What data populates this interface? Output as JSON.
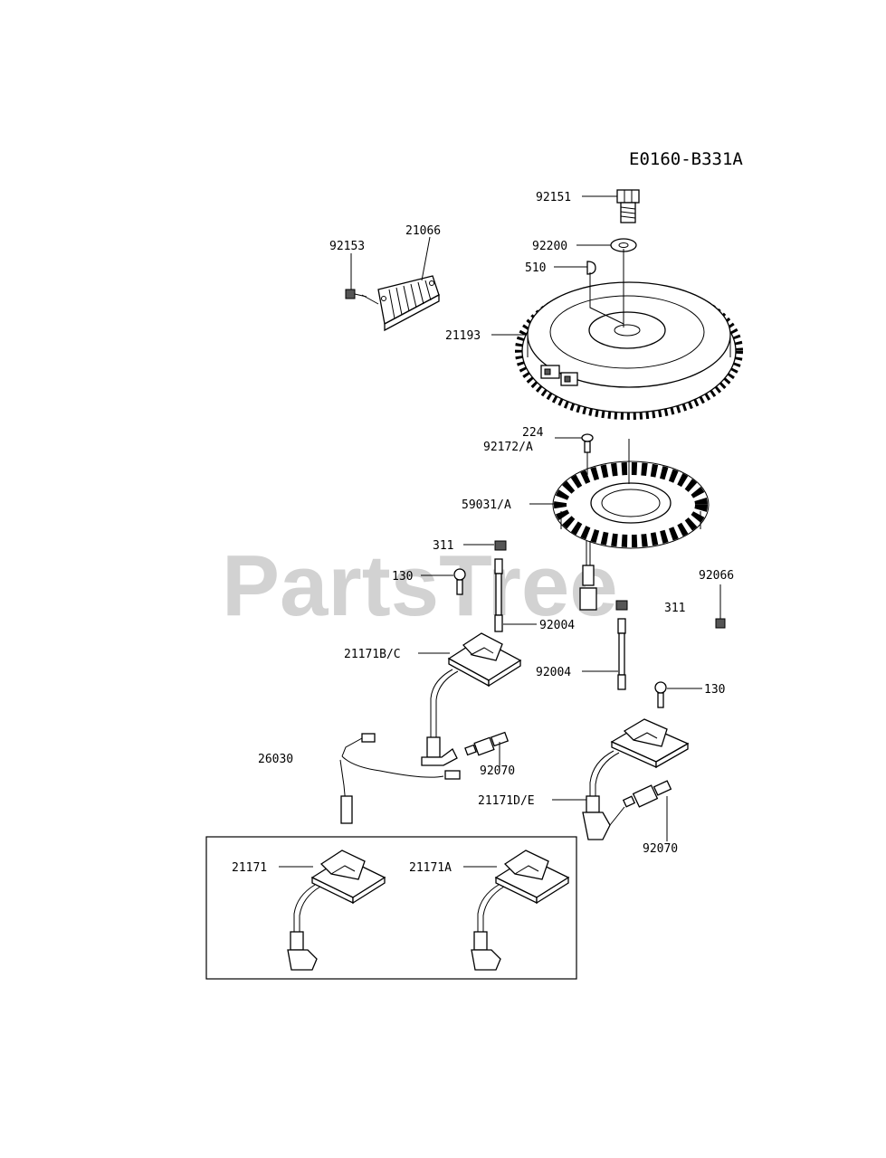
{
  "diagram": {
    "code": "E0160-B331A",
    "watermark": "PartsTree",
    "labels": {
      "p92151": "92151",
      "p92200": "92200",
      "p510": "510",
      "p92153": "92153",
      "p21066": "21066",
      "p21193": "21193",
      "p224": "224",
      "p92172": "92172/A",
      "p59031": "59031/A",
      "p311a": "311",
      "p130a": "130",
      "p92004a": "92004",
      "p92066": "92066",
      "p311b": "311",
      "p21171bc": "21171B/C",
      "p92004b": "92004",
      "p130b": "130",
      "p26030": "26030",
      "p92070a": "92070",
      "p21171de": "21171D/E",
      "p92070b": "92070",
      "p21171": "21171",
      "p21171a": "21171A"
    }
  }
}
